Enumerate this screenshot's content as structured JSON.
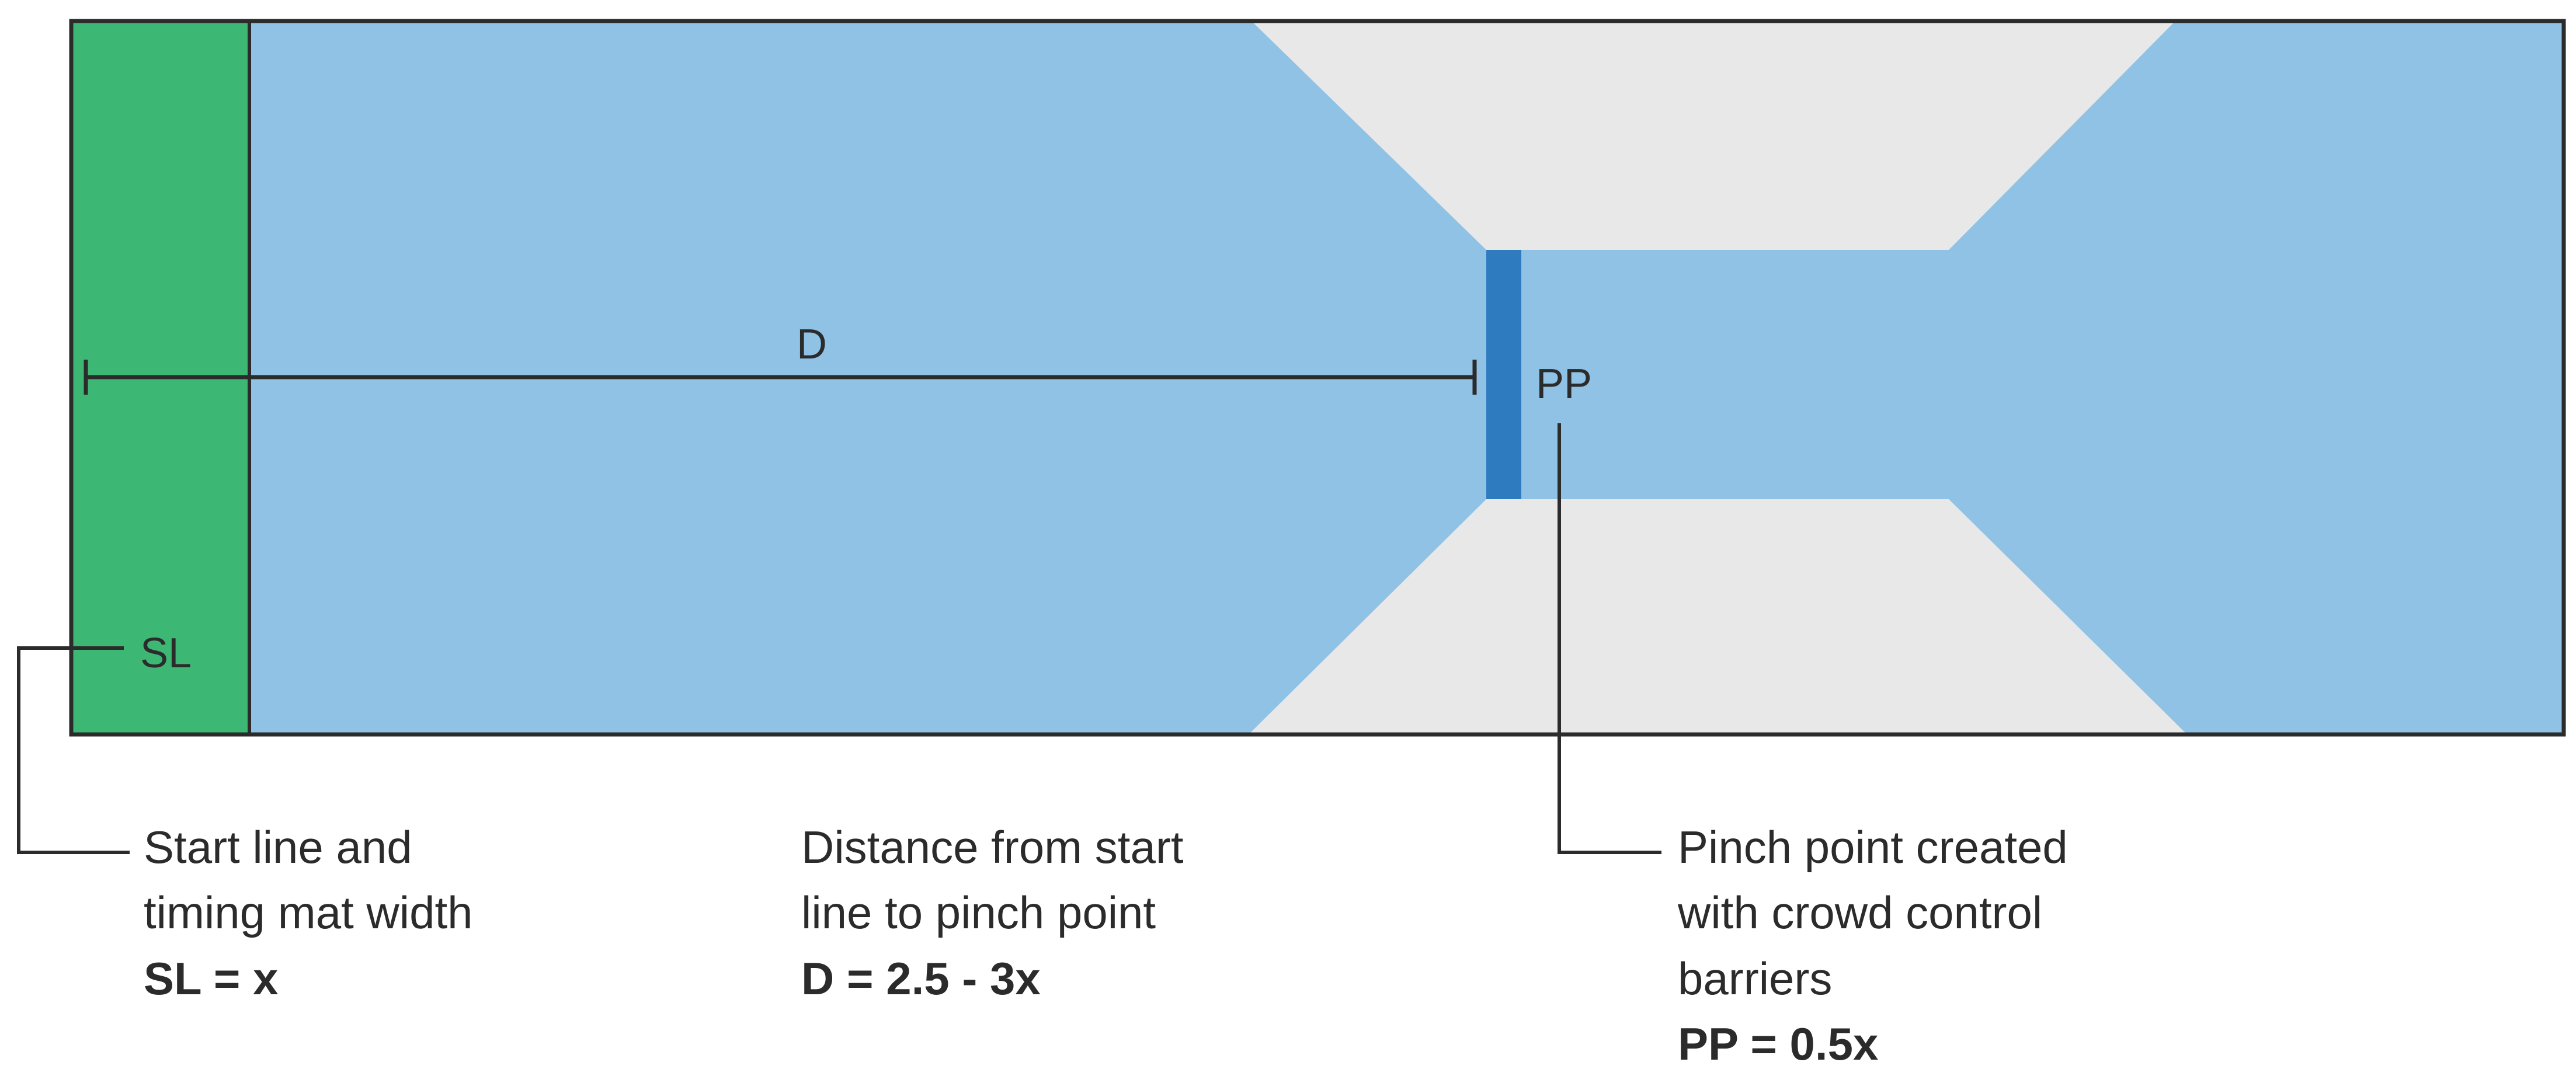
{
  "labels": {
    "start_line": "SL",
    "distance": "D",
    "pinch_point": "PP"
  },
  "captions": {
    "start_line": {
      "lines": [
        "Start line and",
        "timing mat width"
      ],
      "formula": "SL = x"
    },
    "distance": {
      "lines": [
        "Distance from start",
        "line to pinch point"
      ],
      "formula": "D = 2.5 - 3x"
    },
    "pinch_point": {
      "lines": [
        "Pinch point created",
        "with crowd control",
        "barriers"
      ],
      "formula": "PP = 0.5x"
    }
  },
  "colors": {
    "course": "#8fc2e5",
    "start_mat": "#3db874",
    "barrier_area": "#e8e8e8",
    "pinch_marker": "#2f7bbf",
    "outline": "#2b2b2b"
  }
}
